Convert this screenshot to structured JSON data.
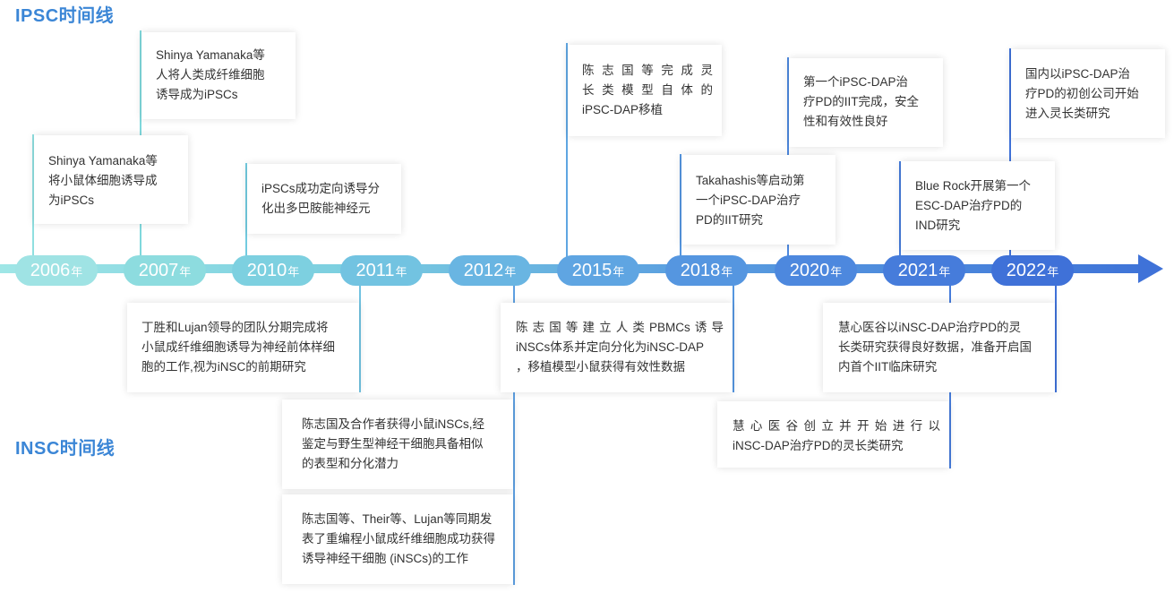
{
  "titles": {
    "ipsc": "IPSC时间线",
    "insc": "INSC时间线"
  },
  "years": [
    {
      "num": "2006",
      "unit": "年",
      "color": "#9fe3e4"
    },
    {
      "num": "2007",
      "unit": "年",
      "color": "#8ddcdf"
    },
    {
      "num": "2010",
      "unit": "年",
      "color": "#7dd0e0"
    },
    {
      "num": "2011",
      "unit": "年",
      "color": "#72c3e1"
    },
    {
      "num": "2012",
      "unit": "年",
      "color": "#69b5e2"
    },
    {
      "num": "2015",
      "unit": "年",
      "color": "#5fa5e2"
    },
    {
      "num": "2018",
      "unit": "年",
      "color": "#5596e0"
    },
    {
      "num": "2020",
      "unit": "年",
      "color": "#4d88de"
    },
    {
      "num": "2021",
      "unit": "年",
      "color": "#467cdb"
    },
    {
      "num": "2022",
      "unit": "年",
      "color": "#3f71d8"
    }
  ],
  "ipsc_events": [
    {
      "year": "2006",
      "lines": [
        "Shinya Yamanaka等",
        "将小鼠体细胞诱导成",
        "为iPSCs"
      ]
    },
    {
      "year": "2007",
      "lines": [
        "Shinya Yamanaka等",
        "人将人类成纤维细胞",
        "诱导成为iPSCs"
      ]
    },
    {
      "year": "2010",
      "lines": [
        "iPSCs成功定向诱导分",
        "化出多巴胺能神经元"
      ]
    },
    {
      "year": "2015",
      "lines": [
        "陈志国等完成灵",
        "长类模型自体的",
        "iPSC-DAP移植"
      ]
    },
    {
      "year": "2018",
      "lines": [
        "Takahashis等启动第",
        "一个iPSC-DAP治疗",
        "PD的IIT研究"
      ]
    },
    {
      "year": "2020",
      "lines": [
        "第一个iPSC-DAP治",
        "疗PD的IIT完成，安全",
        "性和有效性良好"
      ]
    },
    {
      "year": "2021",
      "lines": [
        "Blue Rock开展第一个",
        "ESC-DAP治疗PD的",
        "IND研究"
      ]
    },
    {
      "year": "2022",
      "lines": [
        "国内以iPSC-DAP治",
        "疗PD的初创公司开始",
        "进入灵长类研究"
      ]
    }
  ],
  "insc_events": [
    {
      "year": "2007",
      "lines": [
        "丁胜和Lujan领导的团队分期完成将",
        "小鼠成纤维细胞诱导为神经前体样细",
        "胞的工作,视为iNSC的前期研究"
      ]
    },
    {
      "year": "2011",
      "lines": [
        "陈志国及合作者获得小鼠iNSCs,经",
        "鉴定与野生型神经干细胞具备相似",
        "的表型和分化潜力"
      ]
    },
    {
      "year": "2012",
      "lines": [
        "陈志国等、Their等、Lujan等同期发",
        "表了重编程小鼠成纤维细胞成功获得",
        "诱导神经干细胞 (iNSCs)的工作"
      ]
    },
    {
      "year": "2018",
      "lines": [
        "陈志国等建立人类PBMCs诱导",
        "iNSCs体系并定向分化为iNSC-DAP",
        "，移植模型小鼠获得有效性数据"
      ]
    },
    {
      "year": "2022",
      "lines": [
        "慧心医谷以iNSC-DAP治疗PD的灵",
        "长类研究获得良好数据，准备开启国",
        "内首个IIT临床研究"
      ]
    },
    {
      "year": "2021",
      "lines": [
        "慧心医谷创立并开始进行以",
        "iNSC-DAP治疗PD的灵长类研究"
      ]
    }
  ]
}
